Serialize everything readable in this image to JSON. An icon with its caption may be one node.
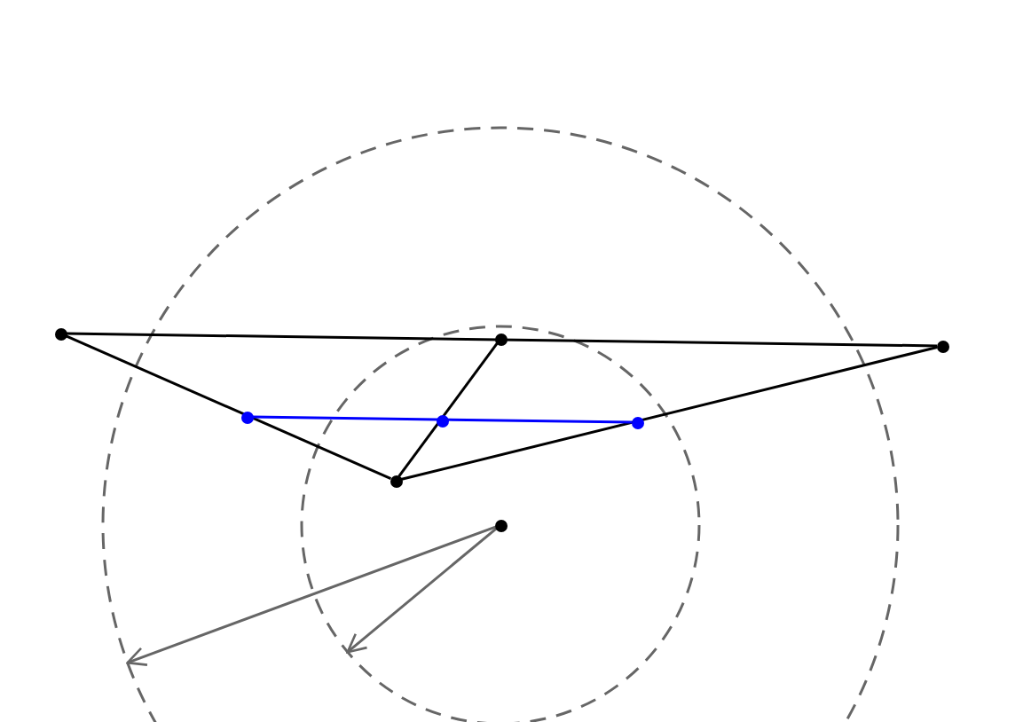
{
  "diagram": {
    "nodes": [
      {
        "text": [],
        "shape": "circle"
      },
      {
        "text": [],
        "shape": "circle"
      },
      {
        "text": [],
        "shape": "circle"
      },
      {
        "text": [],
        "shape": "circle"
      },
      {
        "text": [],
        "shape": "circle"
      },
      {
        "text": [],
        "shape": "circle"
      },
      {
        "text": [],
        "shape": "circle"
      },
      {
        "text": [],
        "shape": "circle"
      }
    ],
    "edges": [
      {
        "from": 0,
        "to": 2,
        "arrow": "none"
      },
      {
        "from": 0,
        "to": 6,
        "arrow": "none"
      },
      {
        "from": 6,
        "to": 2,
        "arrow": "none"
      },
      {
        "from": 1,
        "to": 6,
        "arrow": "none"
      },
      {
        "from": 3,
        "to": 5,
        "arrow": "none",
        "color": "#0000ff"
      }
    ]
  }
}
